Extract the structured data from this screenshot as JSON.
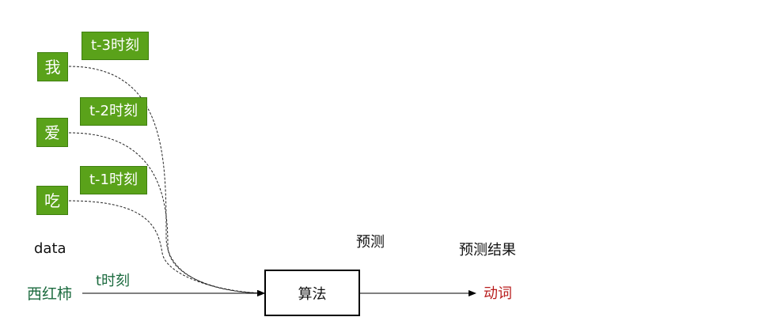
{
  "inputs": [
    {
      "word": "我",
      "time": "t-3时刻"
    },
    {
      "word": "爱",
      "time": "t-2时刻"
    },
    {
      "word": "吃",
      "time": "t-1时刻"
    }
  ],
  "data_label": "data",
  "current_input": {
    "word": "西红柿",
    "time": "t时刻"
  },
  "algorithm_label": "算法",
  "predict_label": "预测",
  "result_title": "预测结果",
  "result_value": "动词",
  "colors": {
    "green_fill": "#5aa21a",
    "dark_green_text": "#1c6b3f",
    "result_red": "#b81c1c"
  }
}
